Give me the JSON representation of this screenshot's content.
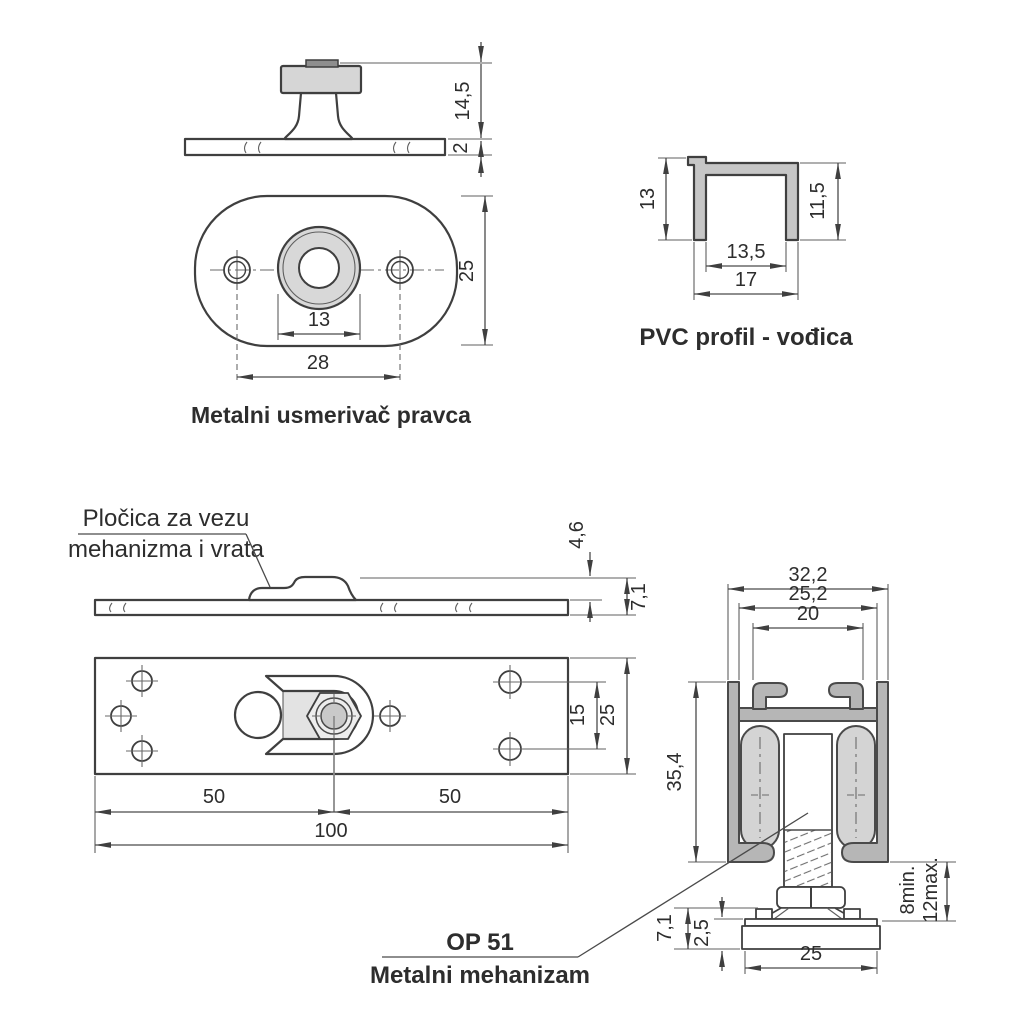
{
  "colors": {
    "background": "#ffffff",
    "line": "#3f3f3f",
    "dimension_line": "#4a4a4a",
    "fill_light_gray": "#d6d6d6",
    "fill_profile_gray": "#c6c6c6",
    "fill_rail_gray": "#b6b6b6",
    "fill_roller_gray": "#d4d4d4",
    "fill_cap_gray": "#8e8e8e",
    "fill_pad_gray": "#e3e3e3",
    "fill_bush_gray": "#c9c9c9"
  },
  "usmerivac": {
    "title": "Metalni usmerivač pravca",
    "dim_knob_height": "14,5",
    "dim_plate_thickness": "2",
    "dim_boss_diameter": "13",
    "dim_hole_spacing": "28",
    "dim_plate_width": "25"
  },
  "pvc": {
    "title": "PVC profil - vođica",
    "dim_left_height": "13",
    "dim_right_height": "11,5",
    "dim_inner_width": "13,5",
    "dim_outer_width": "17"
  },
  "plocica": {
    "label_line1": "Pločica za vezu",
    "label_line2": "mehanizma i vrata",
    "dim_boss_height": "4,6",
    "dim_total_height": "7,1",
    "dim_left_half": "50",
    "dim_right_half": "50",
    "dim_total_length": "100",
    "dim_hole_spacing": "15",
    "dim_plate_width": "25"
  },
  "mehanizam": {
    "label_line1": "OP 51",
    "label_line2": "Metalni mehanizam",
    "dim_outer_width": "32,2",
    "dim_mid_width": "25,2",
    "dim_inner_width": "20",
    "dim_height": "35,4",
    "dim_foot_height": "7,1",
    "dim_base_thickness": "2,5",
    "dim_adjust_min": "8min.",
    "dim_adjust_max": "12max.",
    "dim_base_width": "25"
  }
}
